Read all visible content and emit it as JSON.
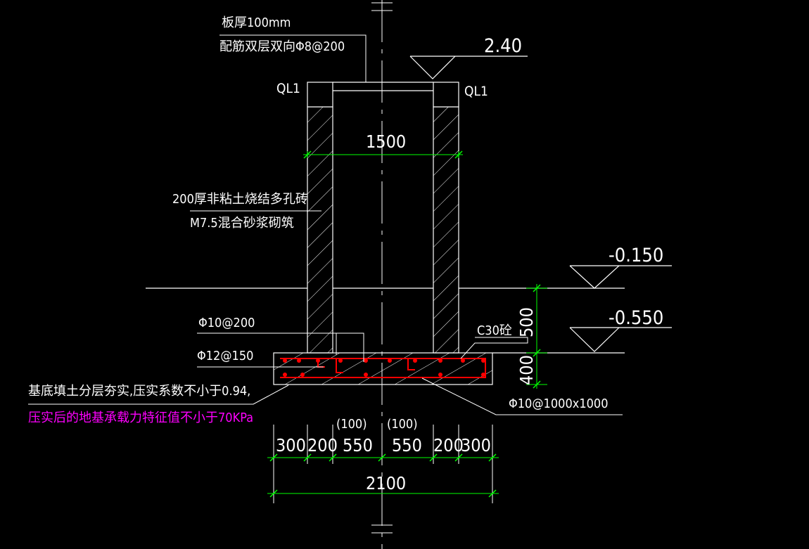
{
  "colors": {
    "background": "#000000",
    "line": "#ffffff",
    "dimension": "#00ff00",
    "rebar": "#ff0000",
    "note_highlight": "#ff00ff"
  },
  "annotations": {
    "slab_thickness": "板厚100mm",
    "slab_rebar": "配筋双层双向Φ8@200",
    "wall_material": "200厚非粘土烧结多孔砖",
    "wall_mortar": "M7.5混合砂浆砌筑",
    "bar_upper": "Φ10@200",
    "bar_lower": "Φ12@150",
    "concrete_grade": "C30砼",
    "bar_grid": "Φ10@1000x1000",
    "fill_note_1": "基底填土分层夯实,压实系数不小于0.94,",
    "fill_note_2": "压实后的地基承载力特征值不小于70KPa",
    "ring_beam_left": "QL1",
    "ring_beam_right": "QL1"
  },
  "levels": {
    "top": "2.40",
    "ground": "-0.150",
    "base": "-0.550"
  },
  "dimensions": {
    "inner_width": "1500",
    "depth": "500",
    "base_thickness": "400",
    "segments": [
      "300",
      "200",
      "550",
      "550",
      "200",
      "300"
    ],
    "bracket_left": "(100)",
    "bracket_right": "(100)",
    "total_width": "2100"
  },
  "rebar_bars": 15
}
